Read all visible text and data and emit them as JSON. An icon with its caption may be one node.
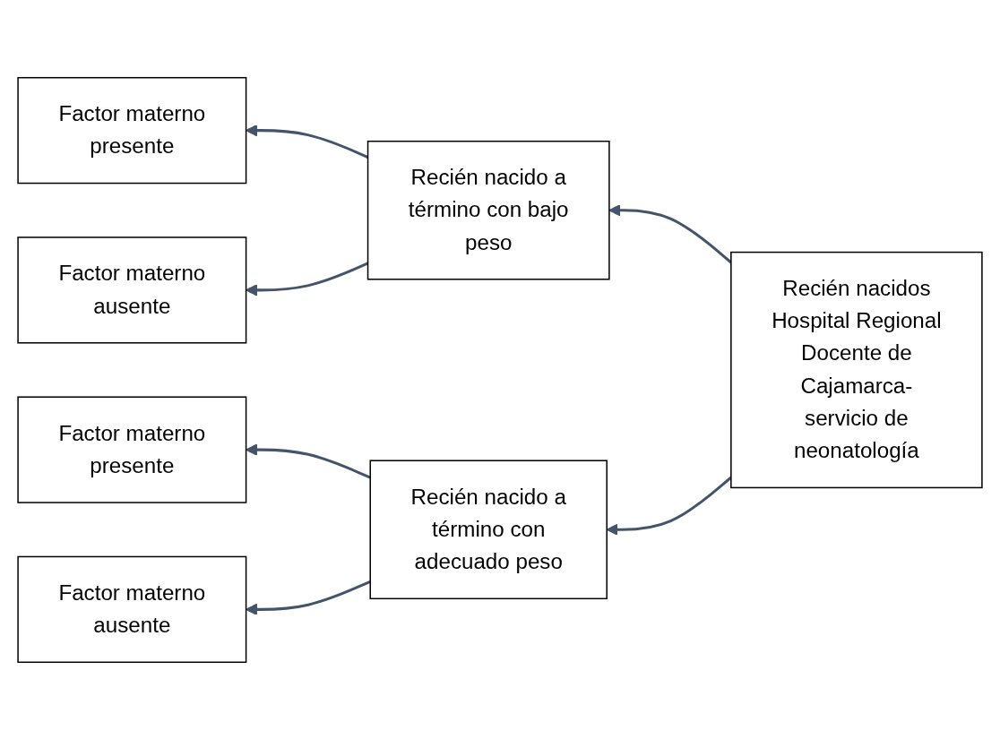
{
  "diagram": {
    "nodes": [
      {
        "text": [
          "Factor materno presente"
        ]
      },
      {
        "text": [
          "Recién nacido a término con bajo peso"
        ]
      },
      {
        "text": [
          "Factor materno ausente"
        ]
      },
      {
        "text": [
          "Recién nacidos Hospital Regional Docente de Cajamarca- servicio de neonatología"
        ]
      },
      {
        "text": [
          "Factor materno presente"
        ]
      },
      {
        "text": [
          "Recién nacido a término con adecuado peso"
        ]
      },
      {
        "text": [
          "Factor materno ausente"
        ]
      }
    ],
    "edges": [
      {
        "from": 3,
        "to": 1,
        "arrow": "to"
      },
      {
        "from": 3,
        "to": 5,
        "arrow": "to"
      },
      {
        "from": 1,
        "to": 0,
        "arrow": "to"
      },
      {
        "from": 1,
        "to": 2,
        "arrow": "to"
      },
      {
        "from": 5,
        "to": 4,
        "arrow": "to"
      },
      {
        "from": 5,
        "to": 6,
        "arrow": "to"
      }
    ]
  }
}
